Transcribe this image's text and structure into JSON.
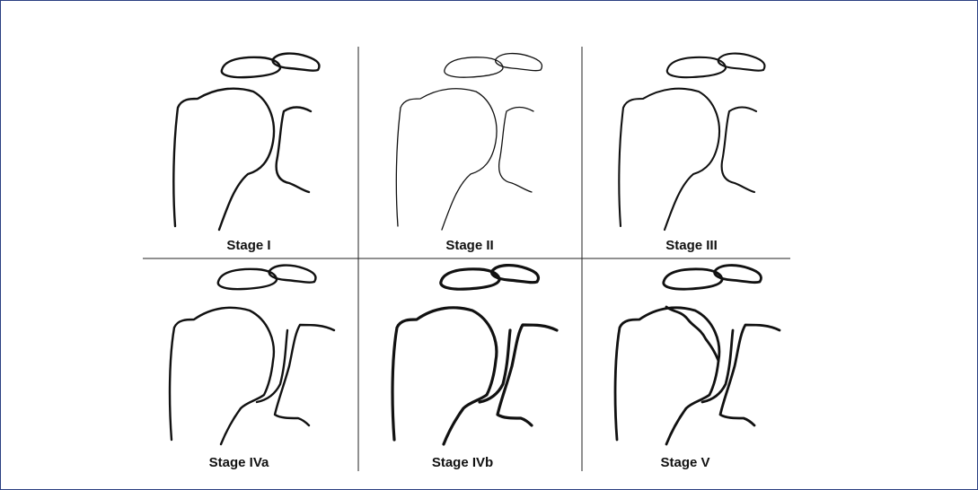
{
  "colors": {
    "frame_border": "#2b3f82",
    "line": "#111111",
    "background": "#ffffff"
  },
  "panels": [
    {
      "label": "Stage I"
    },
    {
      "label": "Stage II"
    },
    {
      "label": "Stage III"
    },
    {
      "label": "Stage IVa"
    },
    {
      "label": "Stage IVb"
    },
    {
      "label": "Stage V"
    }
  ]
}
